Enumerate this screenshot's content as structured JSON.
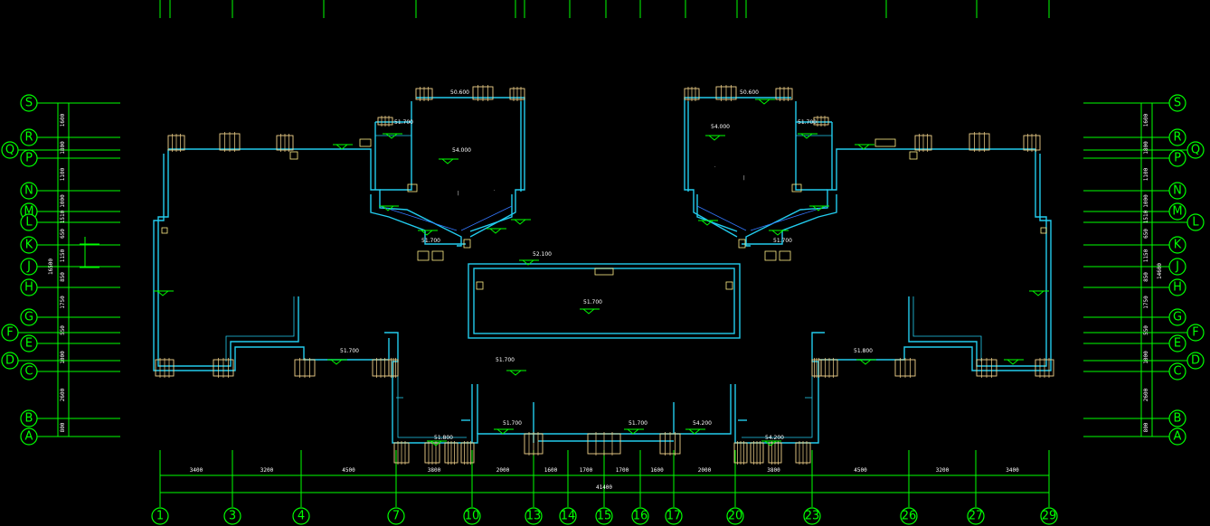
{
  "colors": {
    "background": "#000000",
    "grid": "#00ff00",
    "wall": "#22ccee",
    "column": "#f2d38c",
    "text": "#ffffff"
  },
  "axes_bottom": [
    "1",
    "3",
    "4",
    "7",
    "10",
    "13",
    "14",
    "15",
    "16",
    "17",
    "20",
    "23",
    "26",
    "27",
    "29"
  ],
  "axes_left": [
    "S",
    "R",
    "Q",
    "P",
    "N",
    "M",
    "L",
    "K",
    "J",
    "H",
    "G",
    "F",
    "E",
    "D",
    "C",
    "B",
    "A"
  ],
  "axes_right": [
    "S",
    "R",
    "Q",
    "P",
    "N",
    "M",
    "L",
    "K",
    "J",
    "H",
    "G",
    "F",
    "E",
    "D",
    "C",
    "B",
    "A"
  ],
  "bottom_dims": [
    "3400",
    "3200",
    "4500",
    "3800",
    "2000",
    "1600",
    "1700",
    "1700",
    "1600",
    "2000",
    "3800",
    "4500",
    "3200",
    "3400"
  ],
  "bottom_total": "41400",
  "left_dims": [
    "1600",
    "1800",
    "1100",
    "1000",
    "1510",
    "650",
    "1150",
    "850",
    "1750",
    "550",
    "1000",
    "2600",
    "800"
  ],
  "left_total": "16500",
  "right_total": "14600",
  "annotations": [
    {
      "text": "50.600"
    },
    {
      "text": "50.600"
    },
    {
      "text": "51.700"
    },
    {
      "text": "51.700"
    },
    {
      "text": "54.000"
    },
    {
      "text": "54.000"
    },
    {
      "text": "51.700"
    },
    {
      "text": "51.700"
    },
    {
      "text": "52.100"
    },
    {
      "text": "51.700"
    },
    {
      "text": "51.700"
    },
    {
      "text": "51.700"
    },
    {
      "text": "51.700"
    },
    {
      "text": "51.700"
    },
    {
      "text": "54.200"
    },
    {
      "text": "54.200"
    },
    {
      "text": "51.800"
    },
    {
      "text": "51.800"
    }
  ]
}
